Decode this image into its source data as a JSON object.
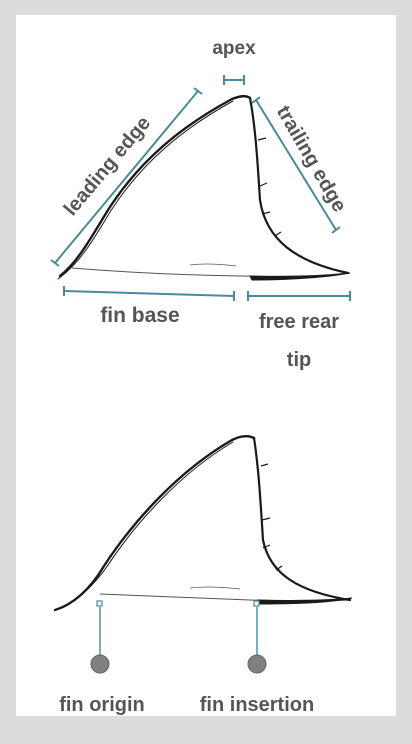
{
  "diagram_top": {
    "labels": {
      "apex": "apex",
      "leading_edge": "leading edge",
      "trailing_edge": "trailing edge",
      "fin_base": "fin base",
      "free_rear_tip_line1": "free rear",
      "free_rear_tip_line2": "tip"
    }
  },
  "diagram_bottom": {
    "labels": {
      "fin_origin": "fin origin",
      "fin_insertion": "fin insertion"
    }
  },
  "colors": {
    "measurement_line": "#4a8a9c",
    "label_text": "#555555",
    "marker_fill": "#808080",
    "fin_stroke": "#1a1a1a",
    "background": "#dcdcdc",
    "card": "#ffffff"
  }
}
